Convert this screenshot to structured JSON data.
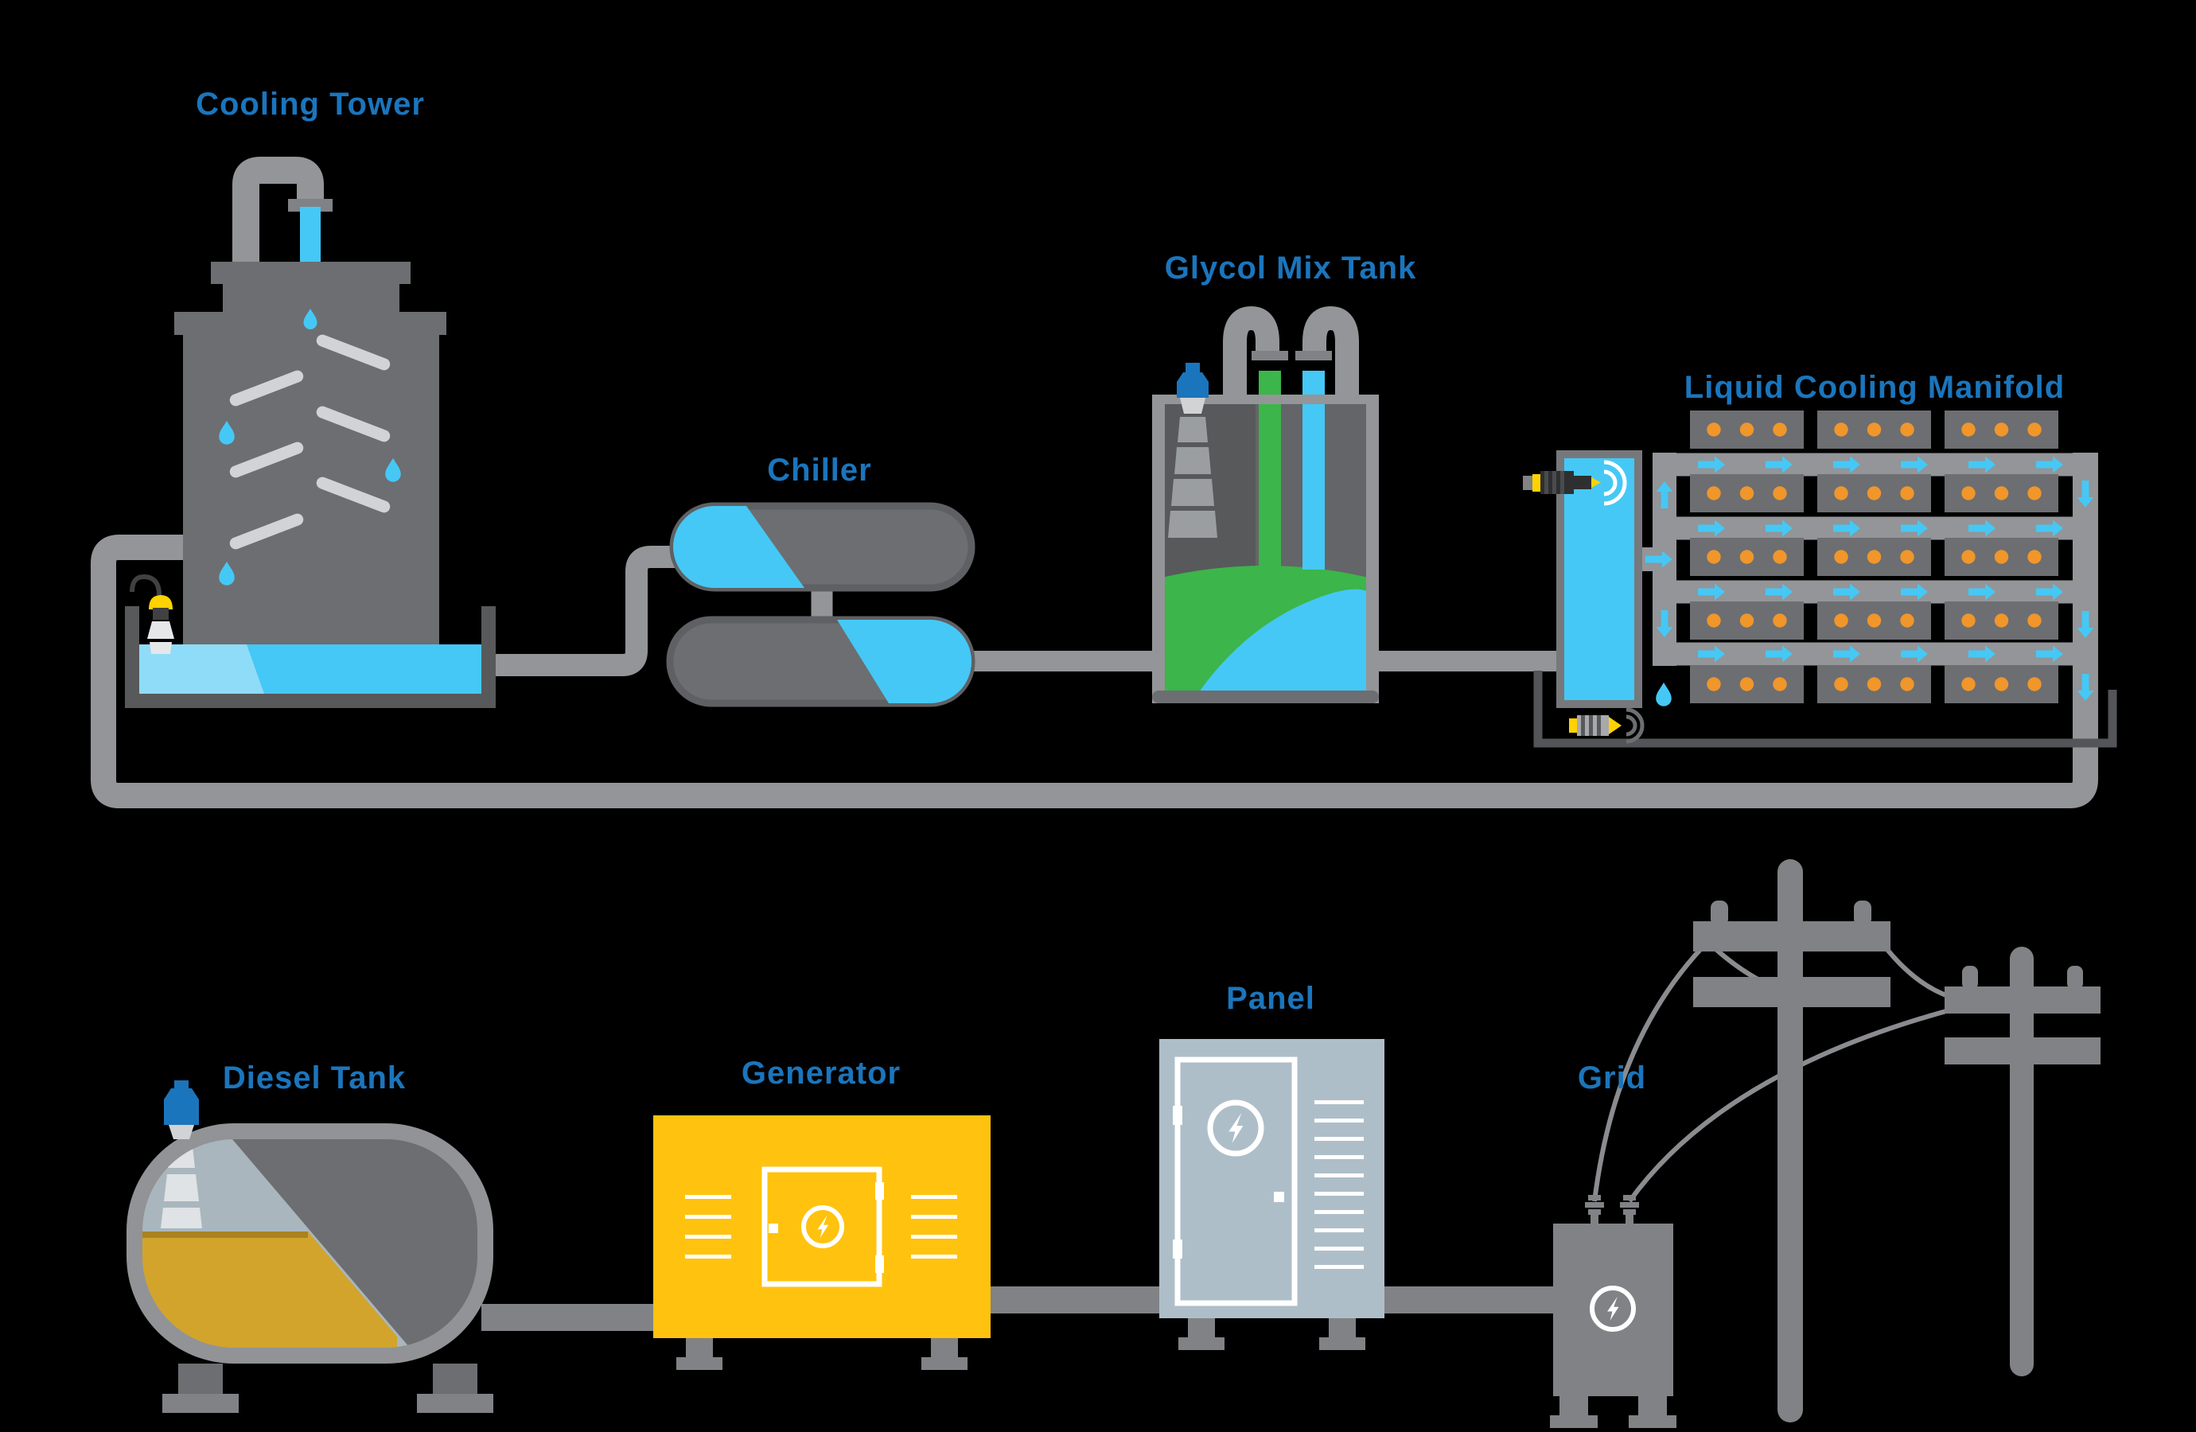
{
  "labels": {
    "cooling_tower": "Cooling Tower",
    "chiller": "Chiller",
    "glycol_mix_tank": "Glycol Mix Tank",
    "liquid_cooling_manifold": "Liquid Cooling Manifold",
    "diesel_tank": "Diesel Tank",
    "generator": "Generator",
    "panel": "Panel",
    "grid": "Grid"
  },
  "manifold": {
    "server_rows": 5,
    "server_cols": 3,
    "dots_per_block": 3,
    "arrow_rows": 4,
    "arrows_per_row": 6,
    "left_collector_arrows": [
      "up",
      "right",
      "down"
    ],
    "right_collector_arrows": [
      "down",
      "down",
      "down"
    ]
  },
  "generator_box": {
    "vent_lines_per_side": 4
  },
  "panel_box": {
    "vent_lines": 10
  },
  "colors": {
    "background": "#000000",
    "label_blue": "#1b75bc",
    "pipe_light": "#939598",
    "pipe_mid": "#808285",
    "equipment_gray": "#6d6e71",
    "dark_gray": "#58595b",
    "slat_gray": "#d1d3d4",
    "water_cyan": "#45c8f5",
    "water_light": "#8fdcf8",
    "glycol_green": "#3cb54a",
    "generator_yellow": "#ffc20e",
    "diesel_fuel": "#d2a42c",
    "panel_gray_blue": "#aebec9",
    "dot_orange": "#f0962a",
    "sensor_yellow": "#ffd200",
    "sensor_blue": "#1b75bc"
  }
}
